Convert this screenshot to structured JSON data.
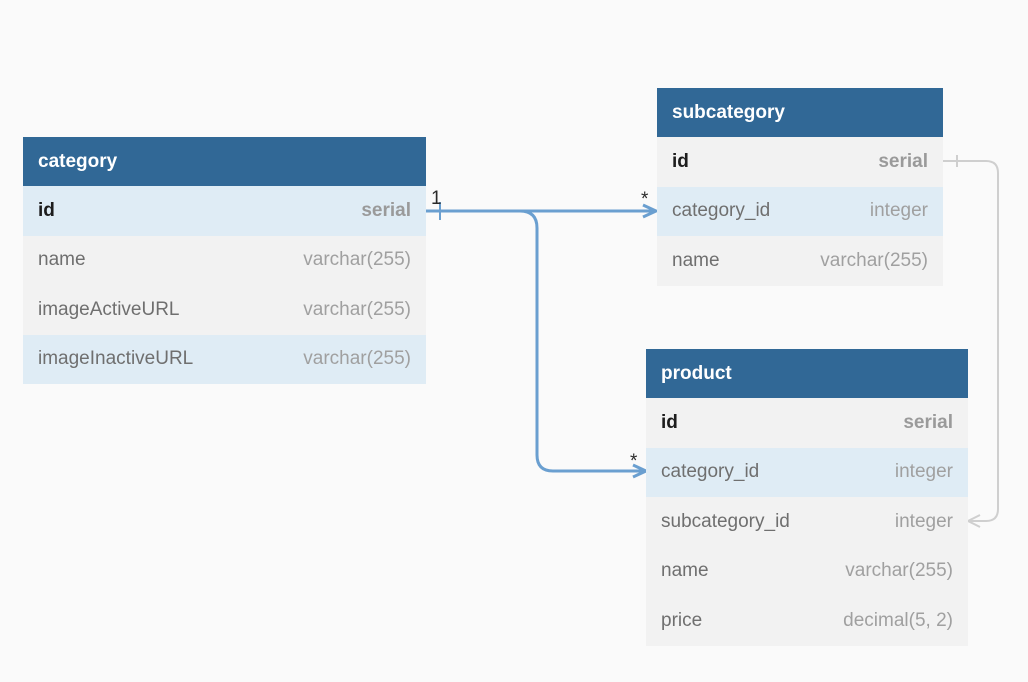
{
  "tables": {
    "category": {
      "name": "category",
      "fields": [
        {
          "name": "id",
          "type": "serial"
        },
        {
          "name": "name",
          "type": "varchar(255)"
        },
        {
          "name": "imageActiveURL",
          "type": "varchar(255)"
        },
        {
          "name": "imageInactiveURL",
          "type": "varchar(255)"
        }
      ]
    },
    "subcategory": {
      "name": "subcategory",
      "fields": [
        {
          "name": "id",
          "type": "serial"
        },
        {
          "name": "category_id",
          "type": "integer"
        },
        {
          "name": "name",
          "type": "varchar(255)"
        }
      ]
    },
    "product": {
      "name": "product",
      "fields": [
        {
          "name": "id",
          "type": "serial"
        },
        {
          "name": "category_id",
          "type": "integer"
        },
        {
          "name": "subcategory_id",
          "type": "integer"
        },
        {
          "name": "name",
          "type": "varchar(255)"
        },
        {
          "name": "price",
          "type": "decimal(5, 2)"
        }
      ]
    }
  },
  "relationships": {
    "category_to_subcategory": {
      "from_cardinality": "1",
      "to_cardinality": "*"
    },
    "category_to_product": {
      "to_cardinality": "*"
    }
  },
  "colors": {
    "header": "#316896",
    "highlight_row": "#dfecf5",
    "body": "#f2f2f2",
    "active_relation": "#6a9fd0",
    "inactive_relation": "#cfcfcf"
  }
}
